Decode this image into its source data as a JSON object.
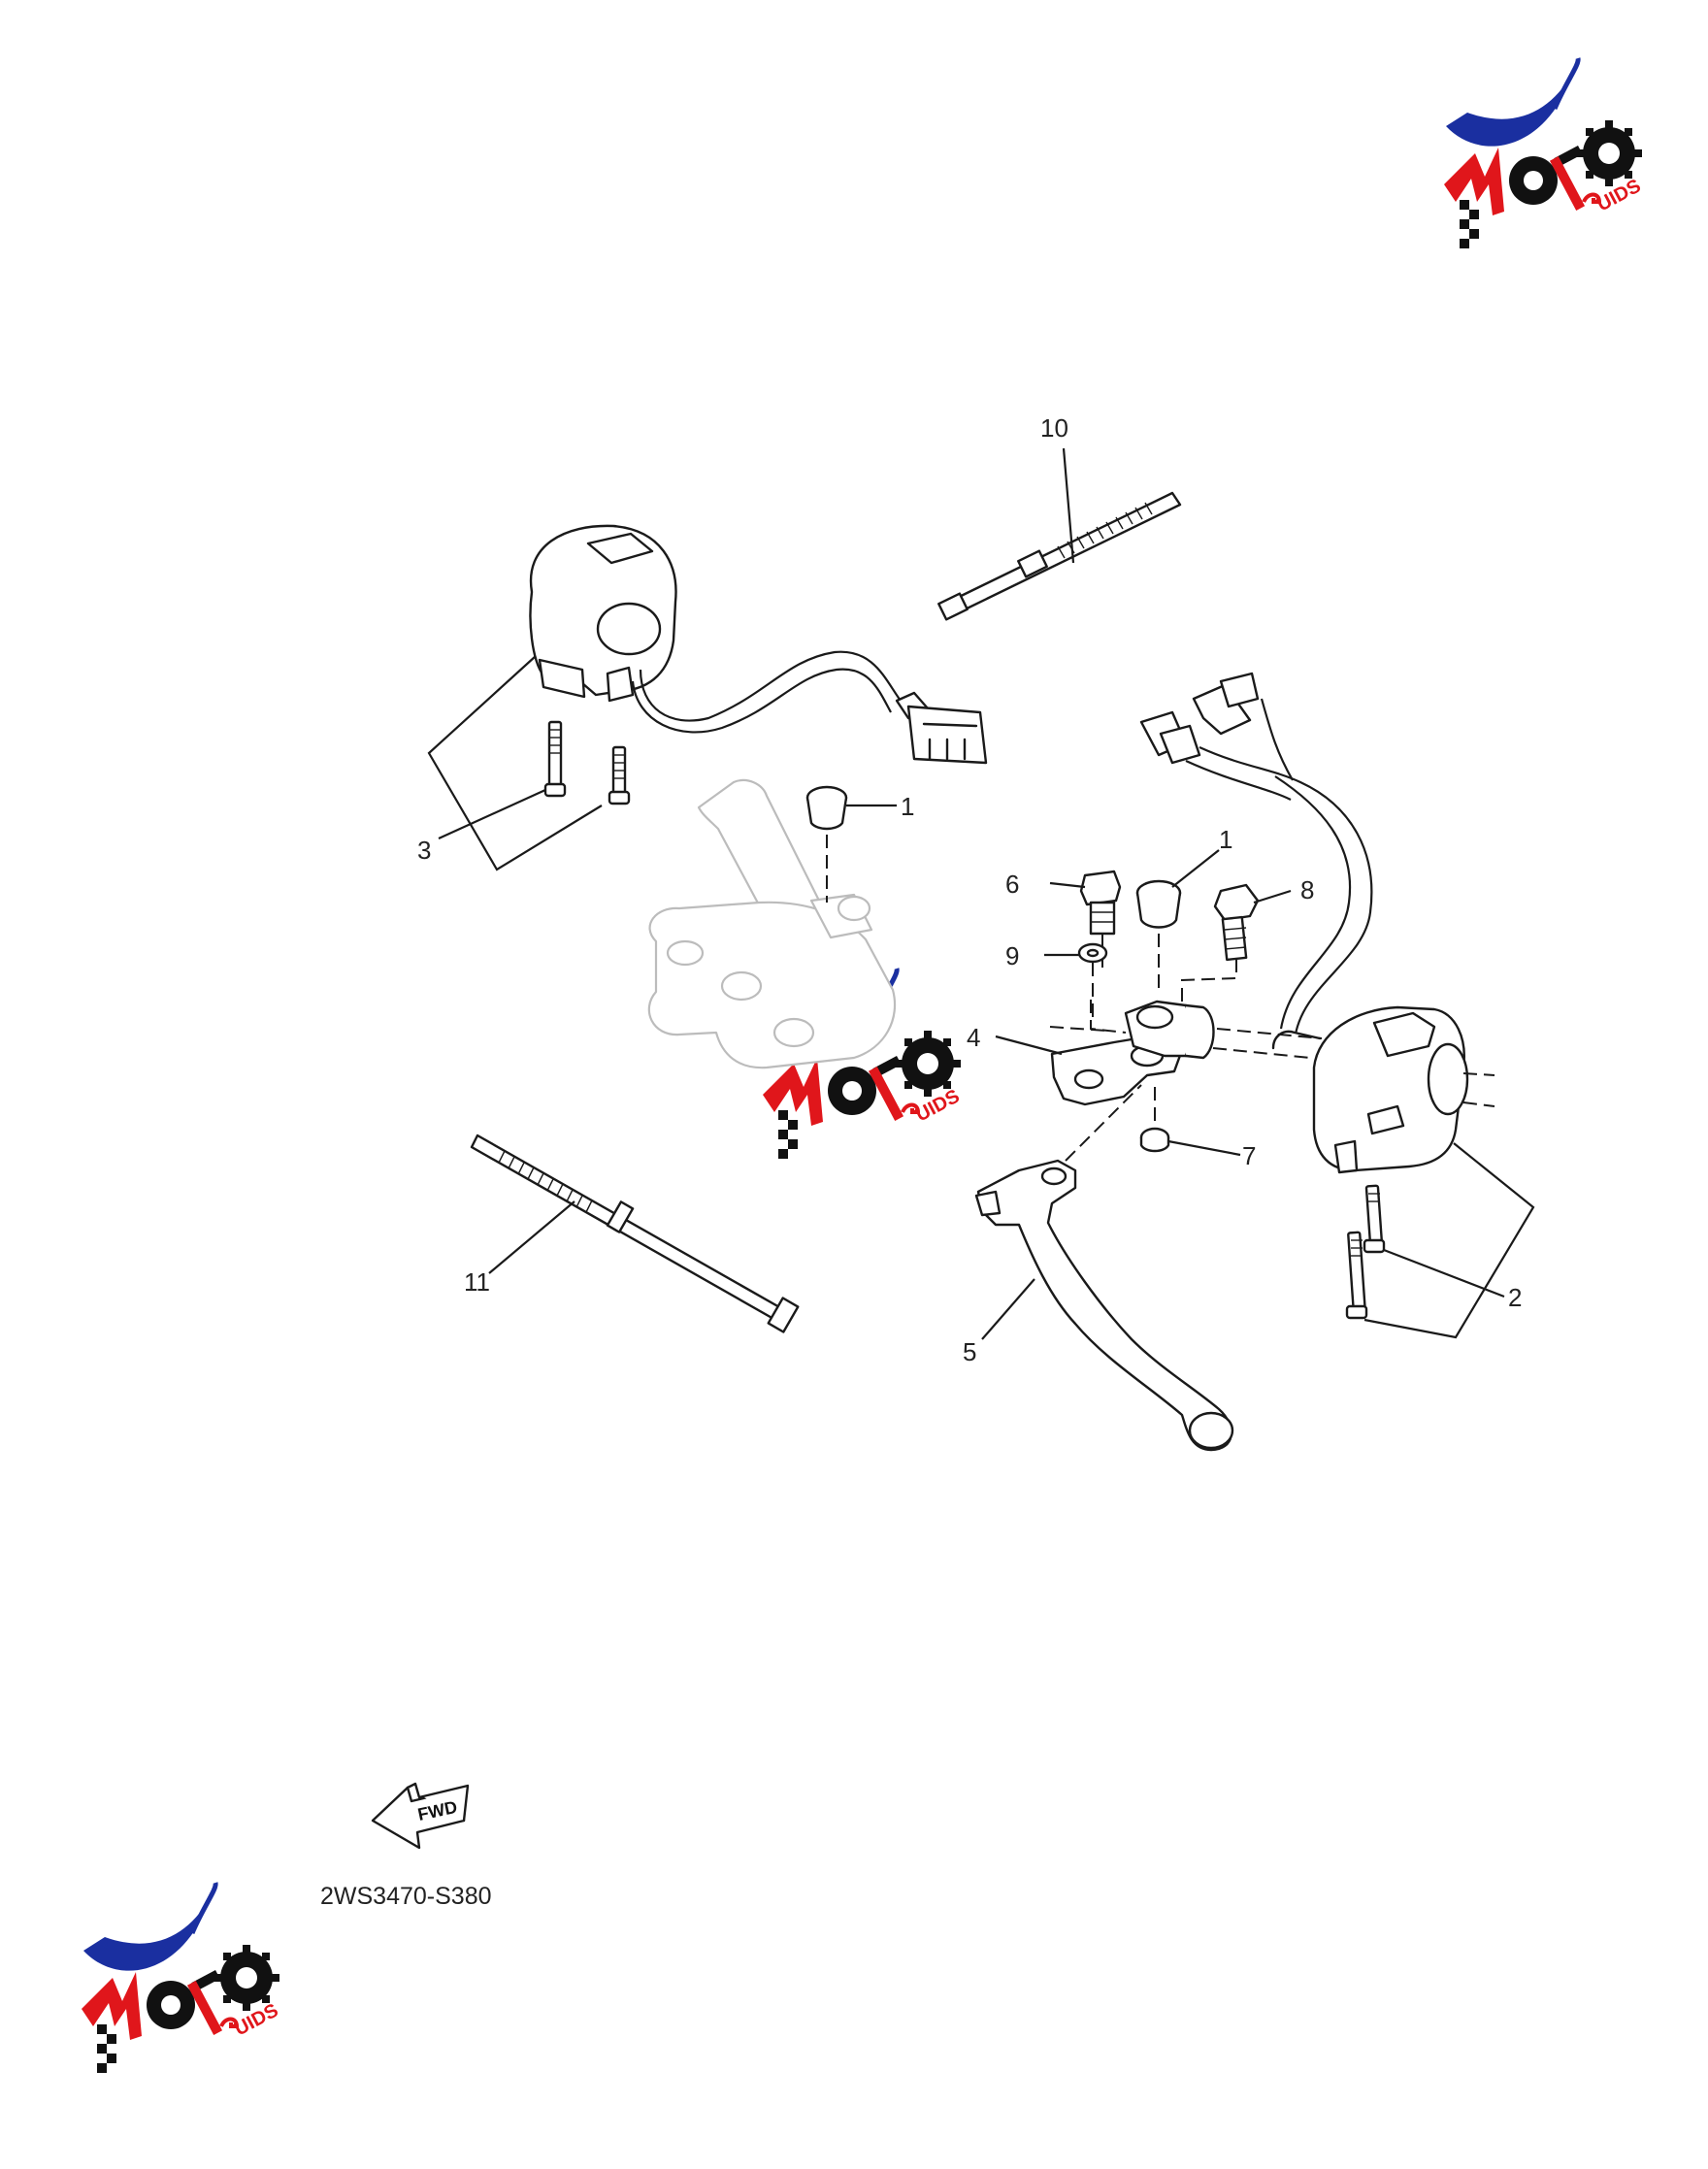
{
  "diagram": {
    "callouts": [
      {
        "id": "c10",
        "label": "10"
      },
      {
        "id": "c3",
        "label": "3"
      },
      {
        "id": "c1a",
        "label": "1"
      },
      {
        "id": "c1b",
        "label": "1"
      },
      {
        "id": "c6",
        "label": "6"
      },
      {
        "id": "c8",
        "label": "8"
      },
      {
        "id": "c9",
        "label": "9"
      },
      {
        "id": "c4",
        "label": "4"
      },
      {
        "id": "c7",
        "label": "7"
      },
      {
        "id": "c11",
        "label": "11"
      },
      {
        "id": "c2",
        "label": "2"
      },
      {
        "id": "c5",
        "label": "5"
      }
    ],
    "forward_arrow": {
      "label": "FWD"
    },
    "reference_code": "2WS3470-S380"
  },
  "watermark": {
    "logo_text": "MOTO GUIDS",
    "colors": {
      "blue": "#1a2fa0",
      "red": "#e0161b",
      "black": "#111111"
    }
  }
}
